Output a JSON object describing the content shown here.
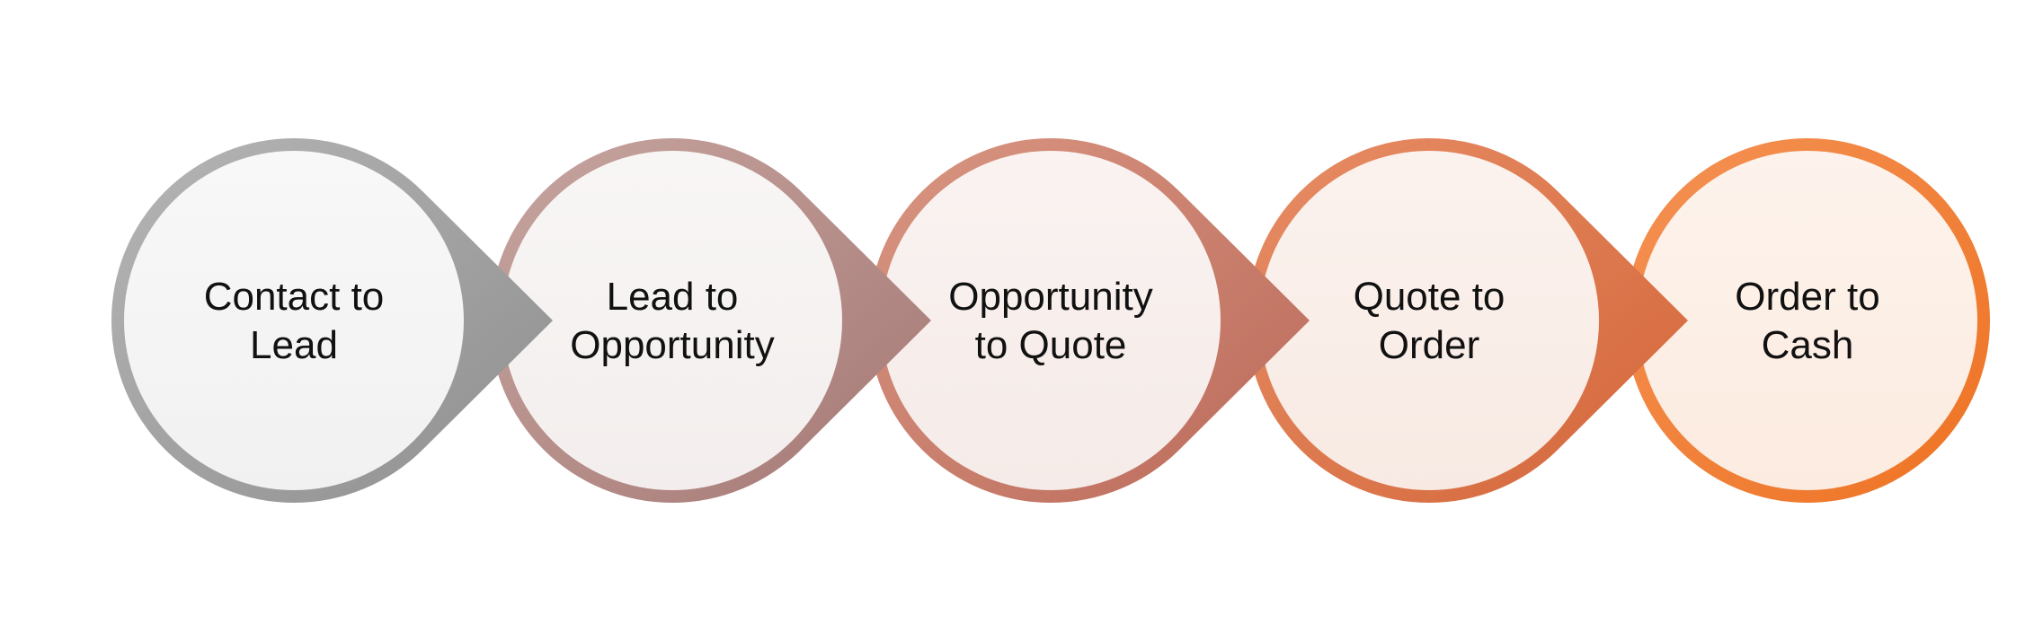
{
  "diagram": {
    "type": "process-flow",
    "stages": [
      {
        "lines": [
          "Contact to",
          "Lead"
        ],
        "outer_start": "#b5b5b5",
        "outer_end": "#8f8f8f",
        "inner_top": "#f8f8f8",
        "inner_bottom": "#f1f1f1"
      },
      {
        "lines": [
          "Lead to",
          "Opportunity"
        ],
        "outer_start": "#c7a5a0",
        "outer_end": "#a57874",
        "inner_top": "#f8f6f5",
        "inner_bottom": "#f3eeed"
      },
      {
        "lines": [
          "Opportunity",
          "to Quote"
        ],
        "outer_start": "#d99682",
        "outer_end": "#bb6a5a",
        "inner_top": "#faf3f1",
        "inner_bottom": "#f5ebe8"
      },
      {
        "lines": [
          "Quote to",
          "Order"
        ],
        "outer_start": "#e78d65",
        "outer_end": "#d4663a",
        "inner_top": "#fbf2ee",
        "inner_bottom": "#f8eae3"
      },
      {
        "lines": [
          "Order to",
          "Cash"
        ],
        "outer_start": "#f49255",
        "outer_end": "#ee7222",
        "inner_top": "#fdf3ec",
        "inner_bottom": "#fcebe0"
      }
    ]
  }
}
